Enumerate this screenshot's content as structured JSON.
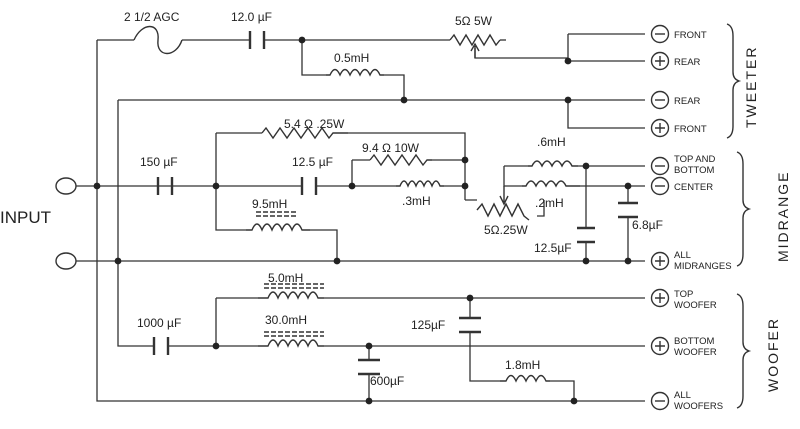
{
  "input_label": "INPUT",
  "sections": {
    "tweeter": "TWEETER",
    "midrange": "MIDRANGE",
    "woofer": "WOOFER"
  },
  "components": {
    "fuse": "2 1/2 AGC",
    "c_tweeter": "12.0 µF",
    "rheostat_tweeter": "5Ω  5W",
    "l_tweeter": "0.5mH",
    "r_mid_54": "5.4 Ω .25W",
    "r_mid_94": "9.4 Ω  10W",
    "c_mid_150": "150 µF",
    "c_mid_125": "12.5 µF",
    "l_mid_3": ".3mH",
    "l_mid_95": "9.5mH",
    "l_mid_6": ".6mH",
    "l_mid_2": ".2mH",
    "rheostat_mid": "5Ω.25W",
    "c_mid_125b": "12.5µF",
    "c_mid_68": "6.8µF",
    "l_woof_50": "5.0mH",
    "c_woof_1000": "1000 µF",
    "l_woof_300": "30.0mH",
    "c_woof_125": "125µF",
    "c_woof_600": "600µF",
    "l_woof_18": "1.8mH"
  },
  "terminals": {
    "t1": "FRONT",
    "t2": "REAR",
    "t3": "REAR",
    "t4": "FRONT",
    "m1a": "TOP AND",
    "m1b": "BOTTOM",
    "m2": "CENTER",
    "m3a": "ALL",
    "m3b": "MIDRANGES",
    "w1a": "TOP",
    "w1b": "WOOFER",
    "w2a": "BOTTOM",
    "w2b": "WOOFER",
    "w3a": "ALL",
    "w3b": "WOOFERS"
  }
}
